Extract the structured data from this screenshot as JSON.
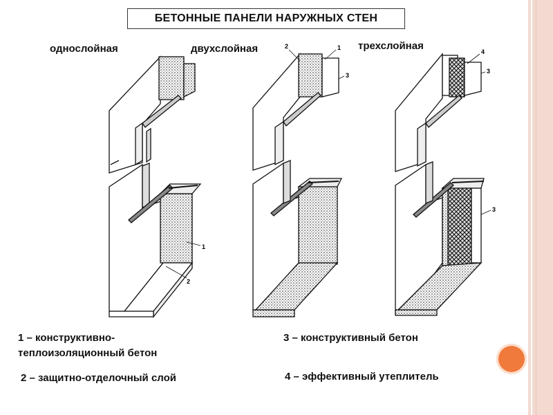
{
  "slide": {
    "title": "БЕТОННЫЕ ПАНЕЛИ НАРУЖНЫХ СТЕН",
    "labels": {
      "single": "однослойная",
      "double": "двухслойная",
      "triple": "трехслойная"
    },
    "legend": {
      "item1_line1": "1 – конструктивно-",
      "item1_line2": "теплоизоляционный бетон",
      "item2": "2 – защитно-отделочный слой",
      "item3": "3 – конструктивный бетон",
      "item4": "4 – эффективный утеплитель"
    },
    "callouts": {
      "n1": "1",
      "n2": "2",
      "n3": "3",
      "n4": "4"
    }
  },
  "colors": {
    "accent_dot": "#f07a3c",
    "side_band": "#f3d9d0"
  }
}
